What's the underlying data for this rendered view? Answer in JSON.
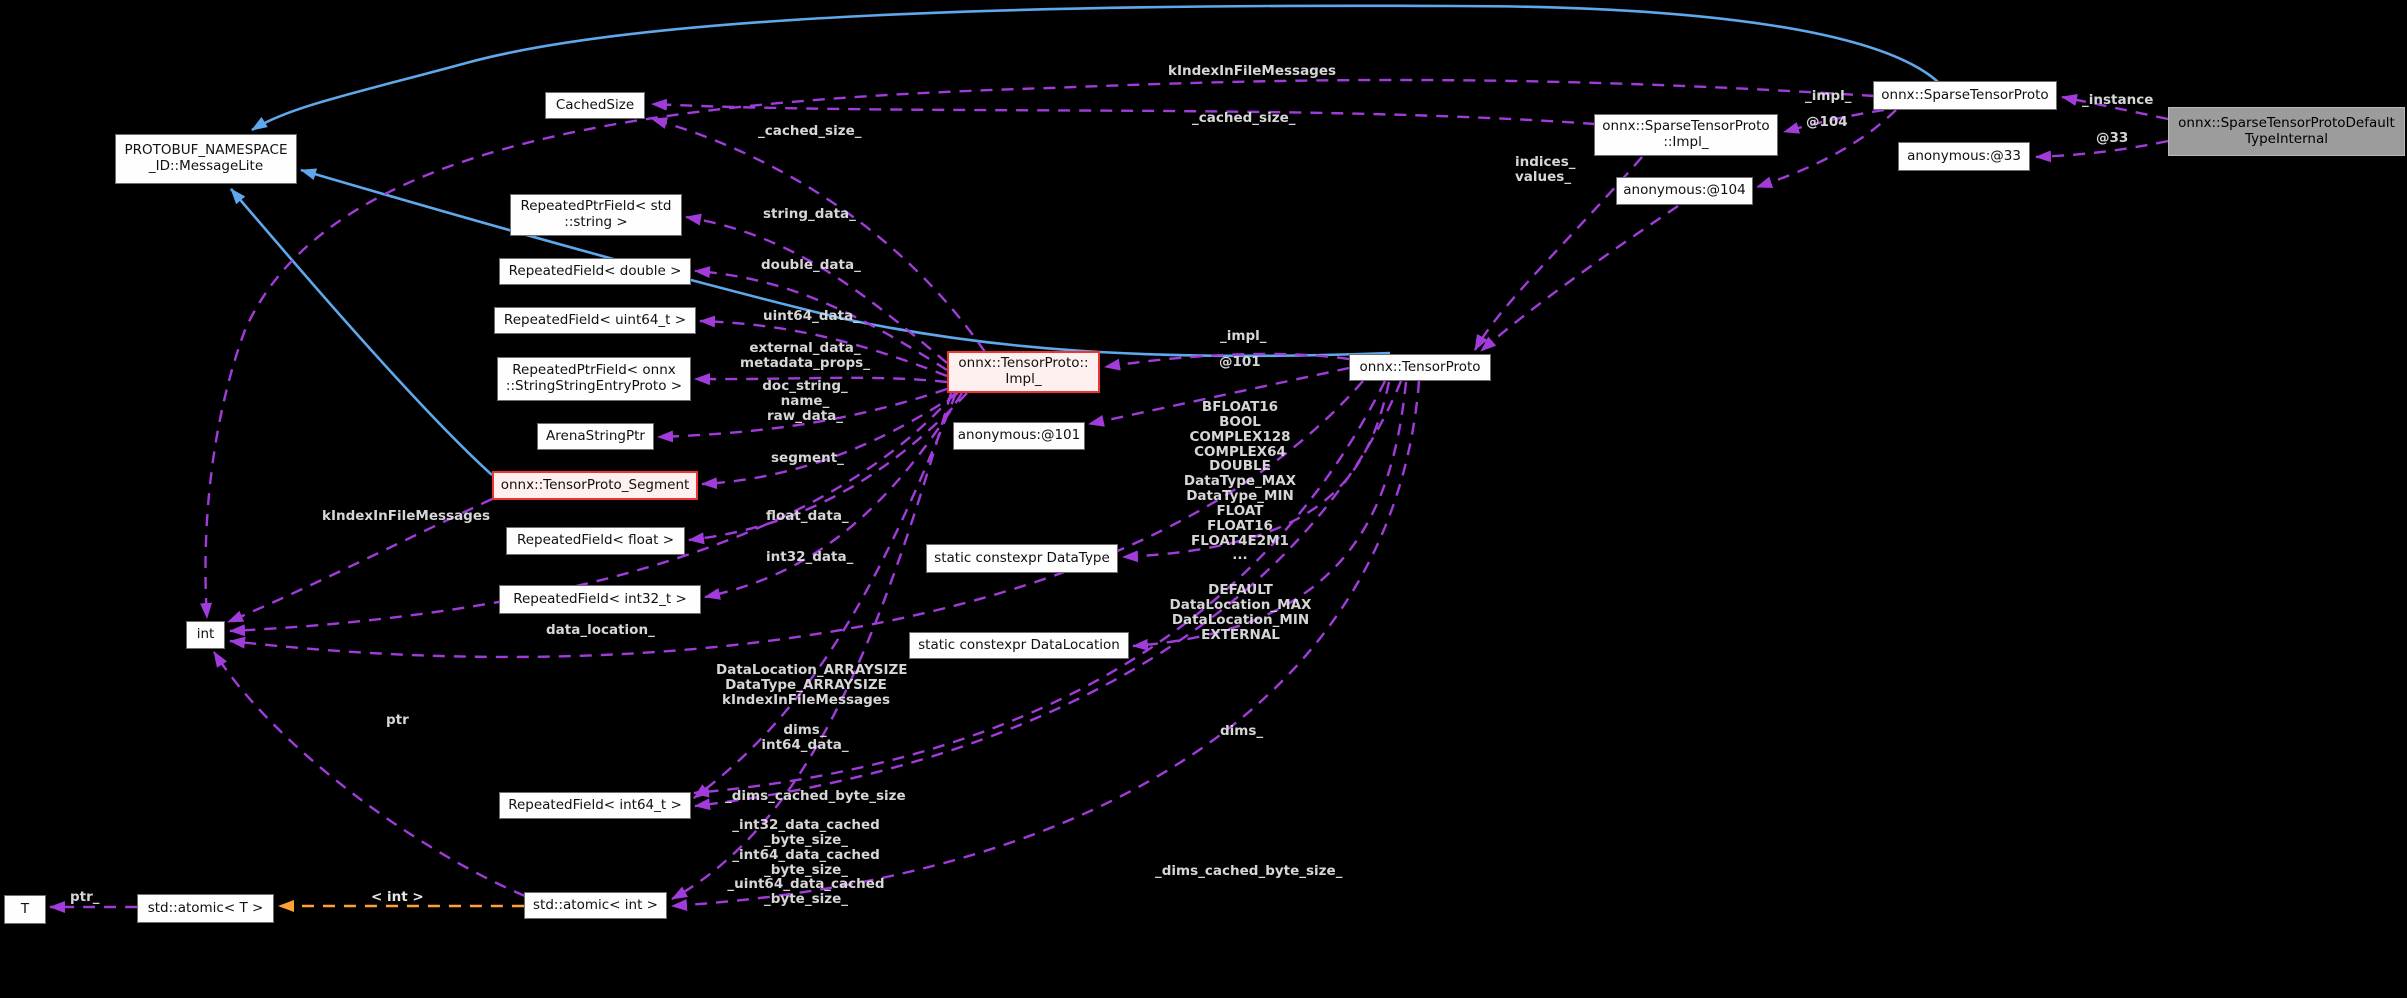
{
  "diagram_title": "onnx::SparseTensorProto collaboration graph",
  "colors": {
    "background": "#000000",
    "usage_edge": "#A13CDB",
    "inheritance_edge": "#5FA8EC",
    "template_edge": "#FFA235",
    "highlight_border": "#EE3333",
    "node_fill": "#FEFEFE",
    "default_type_internal_fill": "#9C9C9C"
  },
  "nodes": {
    "messagelite": {
      "label": "PROTOBUF_NAMESPACE\n_ID::MessageLite"
    },
    "cachedsize": {
      "label": "CachedSize"
    },
    "rpf_string": {
      "label": "RepeatedPtrField< std\n::string >"
    },
    "rf_double": {
      "label": "RepeatedField< double >"
    },
    "rf_uint64": {
      "label": "RepeatedField< uint64_t >"
    },
    "rpf_sse": {
      "label": "RepeatedPtrField< onnx\n::StringStringEntryProto >"
    },
    "arenastringptr": {
      "label": "ArenaStringPtr"
    },
    "segment": {
      "label": "onnx::TensorProto_Segment"
    },
    "rf_float": {
      "label": "RepeatedField< float >"
    },
    "rf_int32": {
      "label": "RepeatedField< int32_t >"
    },
    "int_box": {
      "label": "int"
    },
    "rf_int64": {
      "label": "RepeatedField< int64_t >"
    },
    "t_box": {
      "label": "T"
    },
    "atomic_t": {
      "label": "std::atomic< T >"
    },
    "atomic_int": {
      "label": "std::atomic< int >"
    },
    "tp_impl": {
      "label": "onnx::TensorProto::\nImpl_"
    },
    "anon101": {
      "label": "anonymous:@101"
    },
    "dt_box": {
      "label": "static constexpr DataType"
    },
    "dl_box": {
      "label": "static constexpr DataLocation"
    },
    "tensorproto": {
      "label": "onnx::TensorProto"
    },
    "sp_impl": {
      "label": "onnx::SparseTensorProto\n::Impl_"
    },
    "anon104": {
      "label": "anonymous:@104"
    },
    "sparsetensorproto": {
      "label": "onnx::SparseTensorProto"
    },
    "anon33": {
      "label": "anonymous:@33"
    },
    "graybox": {
      "label": "onnx::SparseTensorProtoDefault\nTypeInternal"
    }
  },
  "edge_labels": {
    "kifm_top": "kIndexInFileMessages",
    "cached_top": "_cached_size_",
    "cached_left": "_cached_size_",
    "string_data": "string_data_",
    "double_data": "double_data_",
    "uint64_data": "uint64_data_",
    "ext_meta": "external_data_\nmetadata_props_",
    "doc3": "doc_string_\nname_\nraw_data_",
    "segment": "segment_",
    "float_data": "float_data_",
    "int32_data": "int32_data_",
    "kifm_left": "kIndexInFileMessages",
    "data_location": "data_location_",
    "arraysize3": "DataLocation_ARRAYSIZE\nDataType_ARRAYSIZE\nkIndexInFileMessages",
    "dims_int64": "dims_\nint64_data_",
    "ptr": "ptr",
    "dims_cached_left": "_dims_cached_byte_size",
    "byte6": "_int32_data_cached\n_byte_size_\n_int64_data_cached\n_byte_size_\n_uint64_data_cached\n_byte_size_",
    "ptr_": "ptr_",
    "int_t": "< int >",
    "impl_tp": "_impl_",
    "at101": "@101",
    "enum_dt": "BFLOAT16\nBOOL\nCOMPLEX128\nCOMPLEX64\nDOUBLE\nDataType_MAX\nDataType_MIN\nFLOAT\nFLOAT16\nFLOAT4E2M1\n...",
    "enum_dl": "DEFAULT\nDataLocation_MAX\nDataLocation_MIN\nEXTERNAL",
    "dims_right": "dims_",
    "dcbs_right": "_dims_cached_byte_size_",
    "indices": "indices_\nvalues_",
    "impl_sp": "_impl_",
    "at104": "@104",
    "instance": "_instance",
    "at33": "@33"
  }
}
